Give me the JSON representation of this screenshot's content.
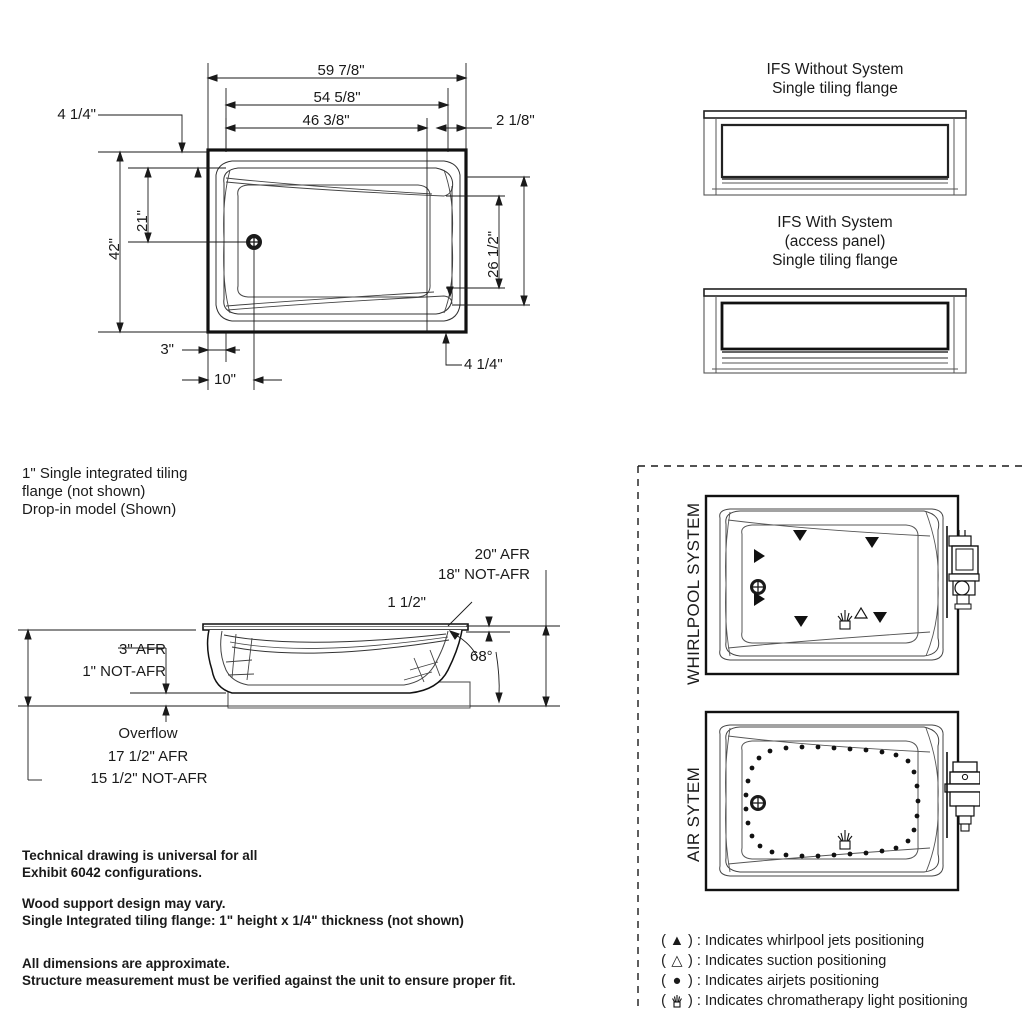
{
  "document": {
    "type": "technical-drawing",
    "subject": "Bathtub Exhibit 6042"
  },
  "top_view": {
    "dims": {
      "overall_width": "59 7/8\"",
      "flange_width": "54 5/8\"",
      "inner_width": "46 3/8\"",
      "right_offset": "2 1/8\"",
      "top_offset": "4 1/4\"",
      "bottom_offset": "4 1/4\"",
      "overall_depth": "42\"",
      "inner_depth_left": "21\"",
      "inner_depth_right": "26 1/2\"",
      "drain_from_left_edge": "3\"",
      "drain_from_inner": "10\""
    }
  },
  "ifs": {
    "without_system": {
      "line1": "IFS Without System",
      "line2": "Single tiling flange"
    },
    "with_system": {
      "line1": "IFS With System",
      "line2": "(access panel)",
      "line3": "Single tiling flange"
    }
  },
  "section_view": {
    "header": {
      "line1": "1\" Single integrated tiling",
      "line2": "flange (not shown)",
      "line3": "Drop-in model (Shown)"
    },
    "dims": {
      "height_afr": "20\" AFR",
      "height_not_afr": "18\" NOT-AFR",
      "rim_thickness": "1 1/2\"",
      "angle": "68°",
      "base_afr": "3\" AFR",
      "base_not_afr": "1\" NOT-AFR",
      "overflow_label": "Overflow",
      "overflow_afr": "17 1/2\" AFR",
      "overflow_not_afr": "15 1/2\" NOT-AFR"
    }
  },
  "notes": {
    "line1": "Technical drawing is universal for all",
    "line2": "Exhibit 6042 configurations.",
    "line3": "Wood support design may vary.",
    "line4": "Single Integrated tiling flange: 1\" height x 1/4\" thickness (not shown)",
    "line5": "All dimensions are approximate.",
    "line6": "Structure measurement must be verified against the unit to ensure proper fit."
  },
  "systems_panel": {
    "whirlpool_label": "WHIRLPOOL SYSTEM",
    "air_label": "AIR SYTEM",
    "legend": [
      {
        "symbol": "filled-triangle",
        "glyph": "▲",
        "open": "(",
        "close": ")",
        "sep": ":",
        "text": "Indicates whirlpool jets positioning"
      },
      {
        "symbol": "open-triangle",
        "glyph": "△",
        "open": "(",
        "close": ")",
        "sep": ":",
        "text": "Indicates suction positioning"
      },
      {
        "symbol": "filled-circle",
        "glyph": "●",
        "open": "(",
        "close": ")",
        "sep": ":",
        "text": "Indicates airjets positioning"
      },
      {
        "symbol": "chromatherapy-light",
        "glyph": "☘",
        "open": "(",
        "close": ")",
        "sep": ":",
        "text": "Indicates chromatherapy light positioning"
      }
    ]
  },
  "colors": {
    "line": "#1a1a1a",
    "thin": "#555555",
    "background": "#ffffff"
  }
}
